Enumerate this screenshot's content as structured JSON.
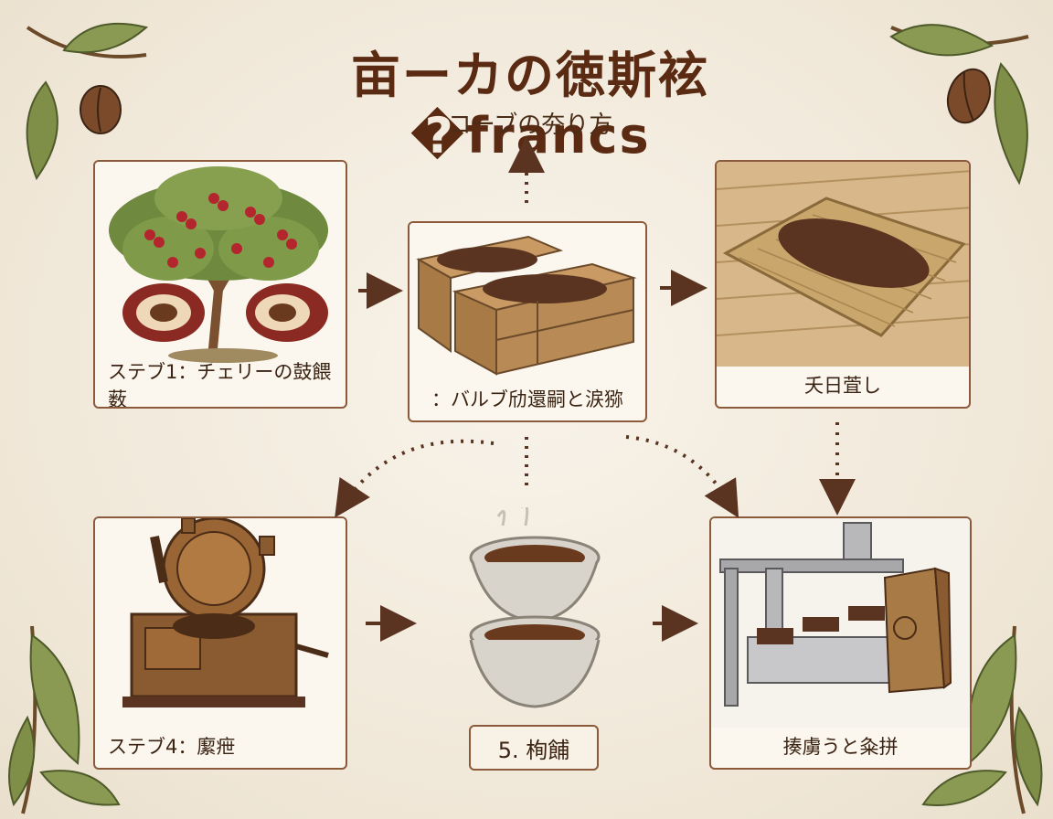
{
  "title": "亩ーカの徳斯袨�francs",
  "subtitle": "コーブの夯り方",
  "steps": {
    "step1": "ステブ1：チェリーの鼓餵薮",
    "step2": "：バルブ劤還嗣と涙猕",
    "step3": "夭日萓し",
    "step4": "ステブ4：緳疶",
    "step5": "5. 栒餔",
    "step6": "揍虜うと粂拼"
  },
  "colors": {
    "border": "#8a5a3a",
    "arrow": "#5a3420",
    "cherry": "#b3262e",
    "leaf": "#7a8a4a",
    "wood": "#b88a55"
  }
}
